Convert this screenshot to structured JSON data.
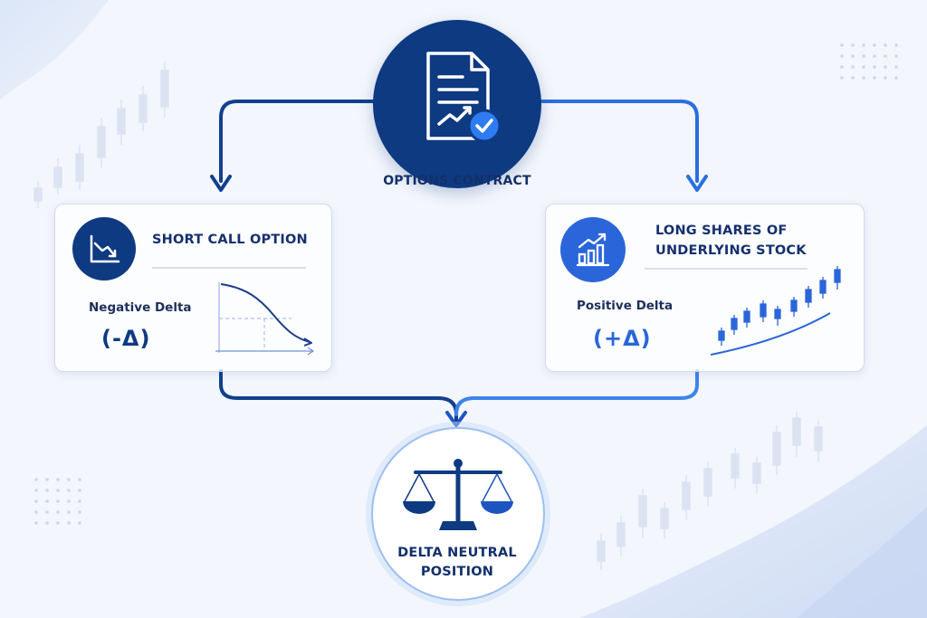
{
  "colors": {
    "navy": "#0e3a82",
    "blue": "#2a66d9",
    "light_blue": "#3f84e8",
    "card_border": "#cfdaf0"
  },
  "top": {
    "label": "OPTIONS CONTRACT",
    "icon": "contract-document-icon"
  },
  "left": {
    "title": "SHORT CALL OPTION",
    "delta_label": "Negative Delta",
    "delta_symbol": "(-Δ)",
    "icon": "declining-chart-icon"
  },
  "right": {
    "title_line1": "LONG SHARES OF",
    "title_line2": "UNDERLYING STOCK",
    "delta_label": "Positive Delta",
    "delta_symbol": "(+Δ)",
    "icon": "rising-bar-chart-icon"
  },
  "bottom": {
    "label_line1": "DELTA NEUTRAL",
    "label_line2": "POSITION",
    "icon": "balance-scale-icon"
  }
}
